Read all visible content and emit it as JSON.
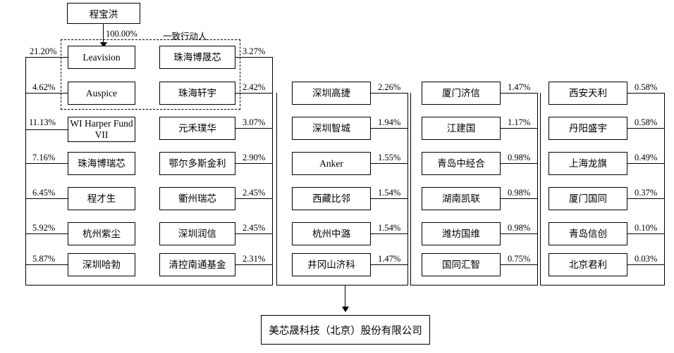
{
  "diagram": {
    "title_top": "程宝洪",
    "top_percent": "100.00%",
    "concert_label": "一致行动人",
    "bottom_entity": "美芯晟科技（北京）股份有限公司",
    "columns": [
      {
        "name": "column-1",
        "items": [
          {
            "label": "Leavision",
            "percent": "21.20%"
          },
          {
            "label": "Auspice",
            "percent": "4.62%"
          },
          {
            "label": "WI Harper Fund\nVII",
            "percent": "11.13%"
          },
          {
            "label": "珠海博瑞芯",
            "percent": "7.16%"
          },
          {
            "label": "程才生",
            "percent": "6.45%"
          },
          {
            "label": "杭州紫尘",
            "percent": "5.92%"
          },
          {
            "label": "深圳哈勃",
            "percent": "5.87%"
          }
        ]
      },
      {
        "name": "column-2",
        "items": [
          {
            "label": "珠海博晟芯",
            "percent": "3.27%"
          },
          {
            "label": "珠海轩宇",
            "percent": "2.42%"
          },
          {
            "label": "元禾璞华",
            "percent": "3.07%"
          },
          {
            "label": "鄂尔多斯金利",
            "percent": "2.90%"
          },
          {
            "label": "衢州瑞芯",
            "percent": "2.45%"
          },
          {
            "label": "深圳润信",
            "percent": "2.45%"
          },
          {
            "label": "清控南通基金",
            "percent": "2.31%"
          }
        ]
      },
      {
        "name": "column-3",
        "items": [
          {
            "label": "深圳高捷",
            "percent": "2.26%"
          },
          {
            "label": "深圳智城",
            "percent": "1.94%"
          },
          {
            "label": "Anker",
            "percent": "1.55%"
          },
          {
            "label": "西藏比邻",
            "percent": "1.54%"
          },
          {
            "label": "杭州中潞",
            "percent": "1.54%"
          },
          {
            "label": "井冈山济科",
            "percent": "1.47%"
          }
        ]
      },
      {
        "name": "column-4",
        "items": [
          {
            "label": "厦门济信",
            "percent": "1.47%"
          },
          {
            "label": "江建国",
            "percent": "1.17%"
          },
          {
            "label": "青岛中经合",
            "percent": "0.98%"
          },
          {
            "label": "湖南凯联",
            "percent": "0.98%"
          },
          {
            "label": "潍坊国维",
            "percent": "0.98%"
          },
          {
            "label": "国同汇智",
            "percent": "0.75%"
          }
        ]
      },
      {
        "name": "column-5",
        "items": [
          {
            "label": "西安天利",
            "percent": "0.58%"
          },
          {
            "label": "丹阳盛宇",
            "percent": "0.58%"
          },
          {
            "label": "上海龙旗",
            "percent": "0.49%"
          },
          {
            "label": "厦门国同",
            "percent": "0.37%"
          },
          {
            "label": "青岛信创",
            "percent": "0.10%"
          },
          {
            "label": "北京君利",
            "percent": "0.03%"
          }
        ]
      }
    ]
  }
}
